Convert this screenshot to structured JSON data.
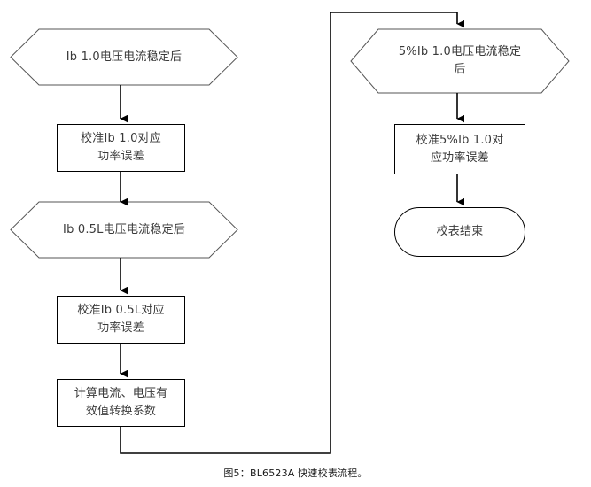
{
  "figure": {
    "caption": "图5：BL6523A 快速校表流程。",
    "background_color": "#ffffff",
    "shape_stroke_color": "#555555",
    "connector_color": "#000000",
    "text_color": "#3a3a3a"
  },
  "nodes": {
    "left_column": [
      {
        "id": "ib-1p0-stable",
        "shape": "hexagon",
        "label": "Ib 1.0电压电流稳定后"
      },
      {
        "id": "calibrate-ib-1p0",
        "shape": "process",
        "label": "校准Ib 1.0对应\n功率误差"
      },
      {
        "id": "ib-0p5l-stable",
        "shape": "hexagon",
        "label": "Ib 0.5L电压电流稳定后"
      },
      {
        "id": "calibrate-ib-0p5l",
        "shape": "process",
        "label": "校准Ib 0.5L对应\n功率误差"
      },
      {
        "id": "compute-rms-coeff",
        "shape": "process",
        "label": "计算电流、电压有\n效值转换系数"
      }
    ],
    "right_column": [
      {
        "id": "pct5-ib-1p0-stable",
        "shape": "hexagon",
        "label": "5%Ib 1.0电压电流稳定\n后"
      },
      {
        "id": "calibrate-5pct-ib-1p0",
        "shape": "process",
        "label": "校准5%Ib 1.0对\n应功率误差"
      },
      {
        "id": "calibration-end",
        "shape": "terminator",
        "label": "校表结束"
      }
    ]
  },
  "connectors": [
    {
      "id": "c1",
      "from": "ib-1p0-stable",
      "to": "calibrate-ib-1p0",
      "arrow": "down"
    },
    {
      "id": "c2",
      "from": "calibrate-ib-1p0",
      "to": "ib-0p5l-stable",
      "arrow": "down"
    },
    {
      "id": "c3",
      "from": "ib-0p5l-stable",
      "to": "calibrate-ib-0p5l",
      "arrow": "down"
    },
    {
      "id": "c4",
      "from": "calibrate-ib-0p5l",
      "to": "compute-rms-coeff",
      "arrow": "down"
    },
    {
      "id": "c5",
      "from": "compute-rms-coeff",
      "to": "pct5-ib-1p0-stable",
      "arrow": "down",
      "routing": "down-right-up-right"
    },
    {
      "id": "c6",
      "from": "pct5-ib-1p0-stable",
      "to": "calibrate-5pct-ib-1p0",
      "arrow": "down"
    },
    {
      "id": "c7",
      "from": "calibrate-5pct-ib-1p0",
      "to": "calibration-end",
      "arrow": "down"
    }
  ]
}
